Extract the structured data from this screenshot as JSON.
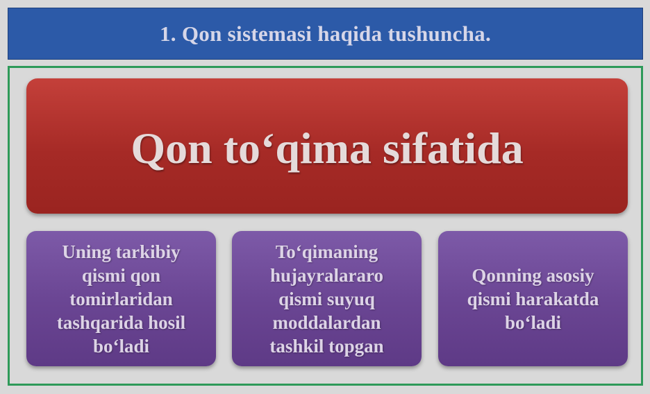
{
  "header": {
    "title": "1. Qon sistemasi haqida tushuncha."
  },
  "main_box": {
    "text": "Qon to‘qima sifatida",
    "color": "#a62a26"
  },
  "cards": [
    {
      "text": "Uning tarkibiy qismi qon tomirlaridan tashqarida hosil bo‘ladi"
    },
    {
      "text": "To‘qimaning hujayralararo qismi suyuq moddalardan tashkil topgan"
    },
    {
      "text": "Qonning asosiy qismi harakatda bo‘ladi"
    }
  ],
  "colors": {
    "title_bar": "#2c5aa8",
    "frame_border": "#2e9a59",
    "card": "#6b4694",
    "background": "#d9d9d9"
  }
}
